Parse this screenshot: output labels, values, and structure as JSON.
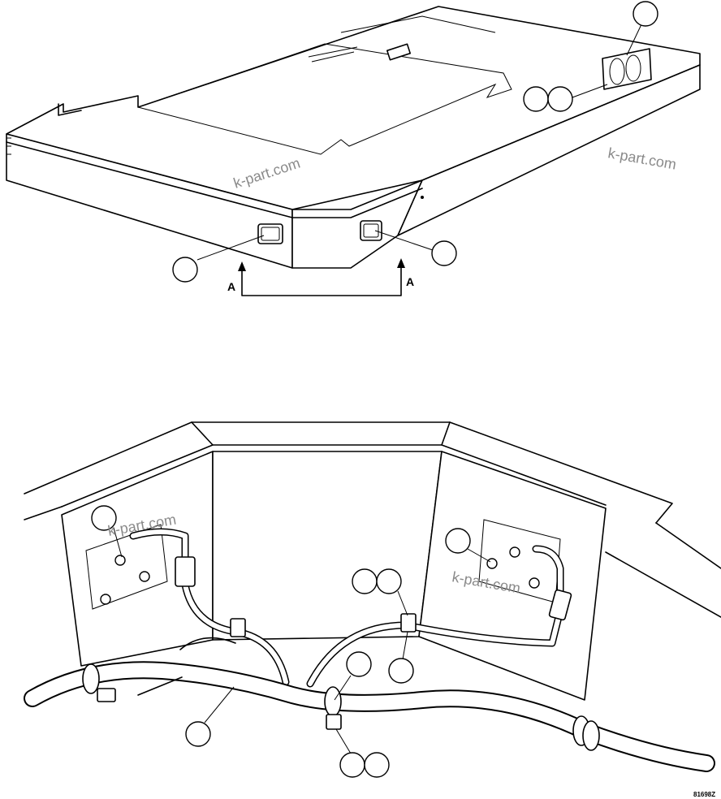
{
  "figure": {
    "view_marker": "A",
    "watermark": "k-part.com",
    "drawing_code": "81698Z"
  },
  "colors": {
    "line": "#000000",
    "background": "#ffffff",
    "watermark": "#8a8a8a"
  }
}
